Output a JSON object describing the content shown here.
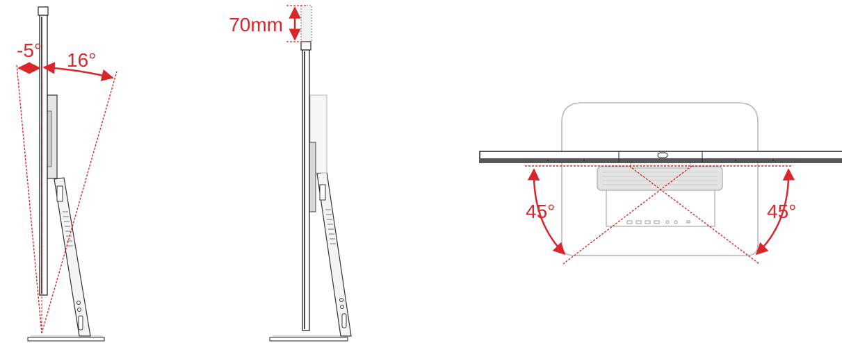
{
  "colors": {
    "annotation": "#d9262b",
    "outline": "#222222",
    "light_outline": "#b5b5b5",
    "panel_fill": "#f2f2f2",
    "dark_fill": "#3a3a3a"
  },
  "tilt_view": {
    "backward_label": "-5°",
    "forward_label": "16°",
    "backward_degrees": -5,
    "forward_degrees": 16
  },
  "height_view": {
    "lift_label": "70mm",
    "lift_mm": 70
  },
  "swivel_view": {
    "left_label": "45°",
    "right_label": "45°",
    "left_degrees": 45,
    "right_degrees": 45
  }
}
